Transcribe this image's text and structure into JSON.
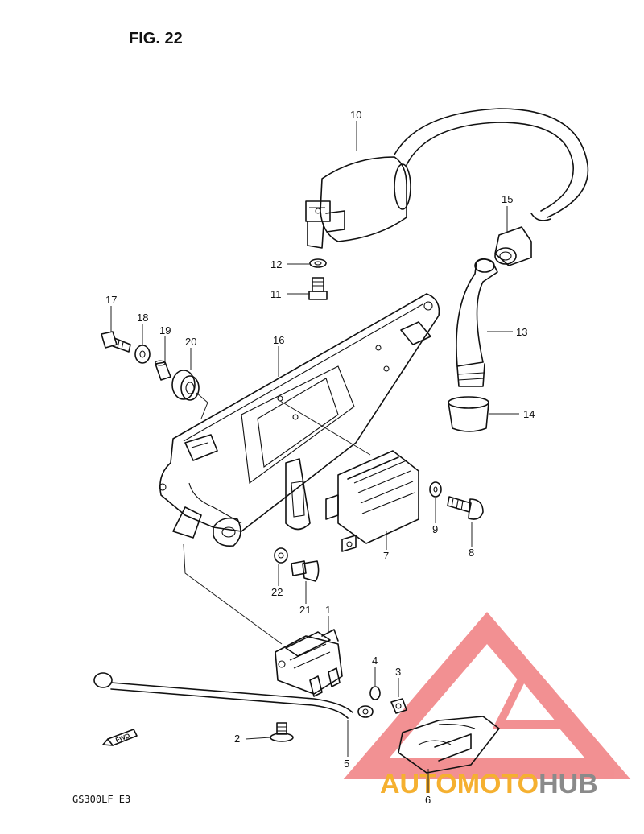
{
  "figure_title": "FIG. 22",
  "model_code": "GS300LF  E3",
  "fwd_label": "FWD",
  "watermark": {
    "part1": "AUTOMOTO",
    "part2": "HUB",
    "color1": "#f5b030",
    "color2": "#8a8a8a",
    "logo_color": "#e8373a"
  },
  "callouts": {
    "c1": "1",
    "c2": "2",
    "c3": "3",
    "c4": "4",
    "c5": "5",
    "c6": "6",
    "c7": "7",
    "c8": "8",
    "c9": "9",
    "c10": "10",
    "c11": "11",
    "c12": "12",
    "c13": "13",
    "c14": "14",
    "c15": "15",
    "c16": "16",
    "c17": "17",
    "c18": "18",
    "c19": "19",
    "c20": "20",
    "c21": "21",
    "c22": "22"
  }
}
